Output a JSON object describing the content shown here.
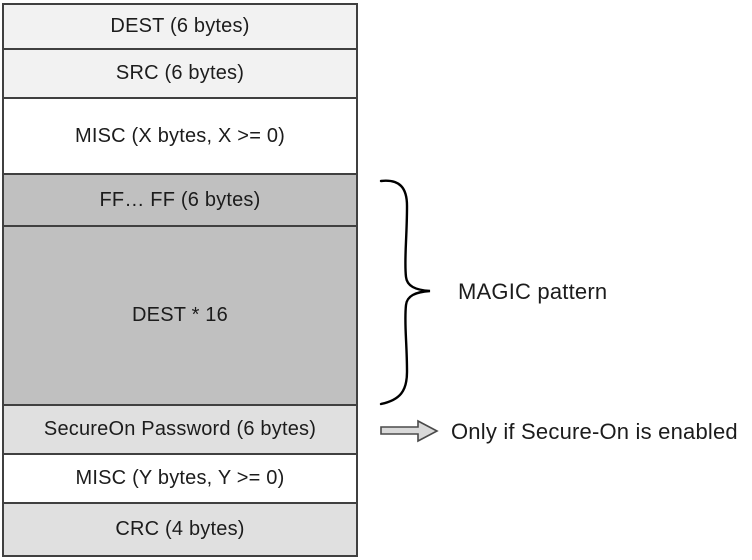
{
  "diagram": {
    "type": "packet-structure",
    "packet_fields": [
      {
        "label": "DEST (6 bytes)",
        "shade": "light"
      },
      {
        "label": "SRC (6 bytes)",
        "shade": "light"
      },
      {
        "label": "MISC (X bytes, X >= 0)",
        "shade": "white"
      },
      {
        "label": "FF… FF (6 bytes)",
        "shade": "medium"
      },
      {
        "label": "DEST * 16",
        "shade": "medium"
      },
      {
        "label": "SecureOn Password (6 bytes)",
        "shade": "lighter"
      },
      {
        "label": "MISC (Y bytes, Y >= 0)",
        "shade": "white"
      },
      {
        "label": "CRC (4 bytes)",
        "shade": "lighter"
      }
    ],
    "annotations": {
      "brace_label": "MAGIC pattern",
      "brace_spans_fields": [
        "FF… FF (6 bytes)",
        "DEST * 16"
      ],
      "arrow_label": "Only if Secure-On is enabled",
      "arrow_points_to_field": "SecureOn Password (6 bytes)"
    },
    "colors": {
      "row_light": "#f2f2f2",
      "row_white": "#ffffff",
      "row_medium": "#c0c0c0",
      "row_lighter": "#e0e0e0",
      "border": "#404040",
      "text": "#1c1c1c",
      "brace_stroke": "#000000",
      "arrow_fill": "#d9d9d9",
      "arrow_stroke": "#4a4a4a"
    }
  }
}
